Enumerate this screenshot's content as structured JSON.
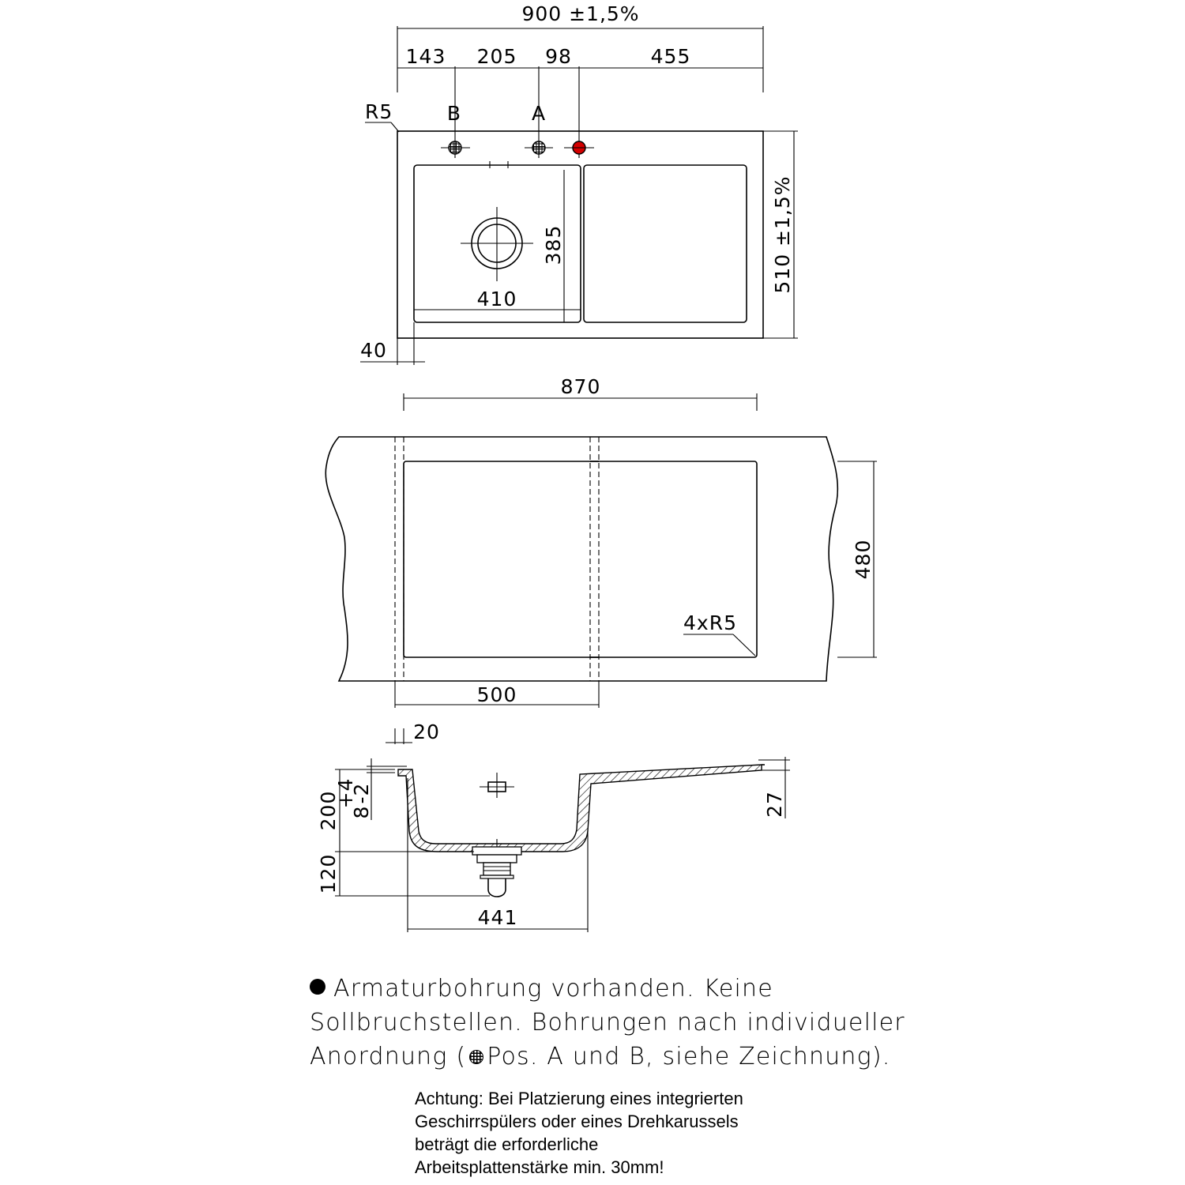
{
  "plan_view": {
    "dim_total_width": "900 ±1,5%",
    "dim_segments": [
      "143",
      "205",
      "98",
      "455"
    ],
    "corner_radius": "R5",
    "hole_b_label": "B",
    "hole_a_label": "A",
    "dim_bowl_depth": "385",
    "dim_bowl_width": "410",
    "dim_total_depth": "510 ±1,5%",
    "dim_edge": "40",
    "hole_colors": {
      "standard": "#000000",
      "existing": "#d40000"
    }
  },
  "cutout_view": {
    "dim_width": "870",
    "dim_depth": "480",
    "corner_radii": "4xR5",
    "dim_bowl_width": "500"
  },
  "section_view": {
    "dim_rim": "20",
    "dim_bowl_height": "200",
    "dim_tolerance_nominal": "8",
    "dim_tolerance_plus": "+4",
    "dim_tolerance_minus": "-2",
    "dim_drainboard": "27",
    "dim_drain_depth": "120",
    "dim_bowl_bottom": "441"
  },
  "note": {
    "line1": "Armaturbohrung vorhanden. Keine",
    "line2": "Sollbruchstellen. Bohrungen nach individueller",
    "line3_prefix": "Anordnung (",
    "line3_suffix": "Pos. A und B, siehe Zeichnung)."
  },
  "warning": {
    "line1": "Achtung: Bei Platzierung eines integrierten",
    "line2": "Geschirrspülers oder eines Drehkarussels",
    "line3": "beträgt die erforderliche",
    "line4": "Arbeitsplattenstärke min. 30mm!"
  }
}
